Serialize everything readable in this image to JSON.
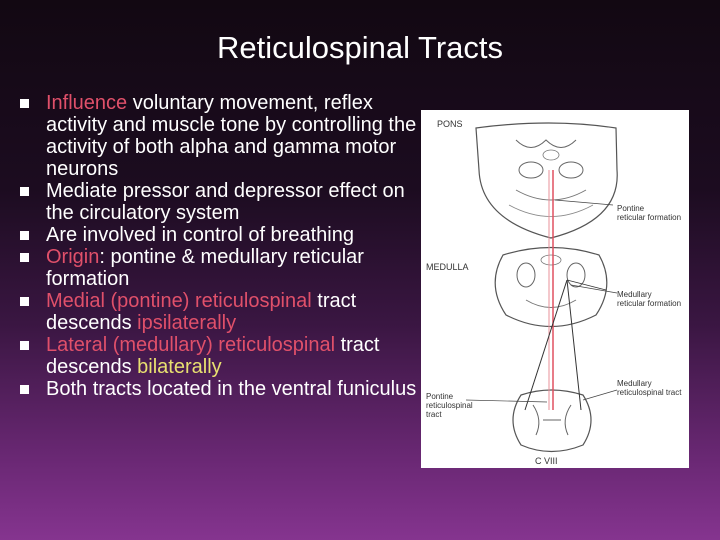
{
  "slide": {
    "title": "Reticulospinal Tracts"
  },
  "bullets": [
    {
      "segments": [
        {
          "text": "Influence",
          "color": "pink"
        },
        {
          "text": " voluntary movement, reflex activity and muscle tone by controlling the activity of both alpha and gamma motor neurons",
          "color": "white"
        }
      ]
    },
    {
      "segments": [
        {
          "text": "Mediate pressor and depressor effect on the circulatory system",
          "color": "white"
        }
      ]
    },
    {
      "segments": [
        {
          "text": "Are involved in control of breathing",
          "color": "white"
        }
      ]
    },
    {
      "segments": [
        {
          "text": "Origin",
          "color": "pink"
        },
        {
          "text": ": pontine & medullary reticular formation",
          "color": "white"
        }
      ]
    },
    {
      "segments": [
        {
          "text": "Medial (pontine) reticulospinal",
          "color": "pink"
        },
        {
          "text": " tract descends ",
          "color": "white"
        },
        {
          "text": "ipsilaterally",
          "color": "pink"
        }
      ]
    },
    {
      "segments": [
        {
          "text": "Lateral (medullary) reticulospinal",
          "color": "pink"
        },
        {
          "text": " tract descends ",
          "color": "white"
        },
        {
          "text": "bilaterally",
          "color": "yellow"
        }
      ]
    },
    {
      "segments": [
        {
          "text": "Both tracts located in the ventral funiculus",
          "color": "white"
        }
      ]
    }
  ],
  "diagram": {
    "labels": {
      "pons": "PONS",
      "pontine_rf_1": "Pontine",
      "pontine_rf_2": "reticular formation",
      "medulla": "MEDULLA",
      "medullary_rf_1": "Medullary",
      "medullary_rf_2": "reticular formation",
      "pontine_tract_1": "Pontine",
      "pontine_tract_2": "reticulospinal",
      "pontine_tract_3": "tract",
      "medullary_tract_1": "Medullary",
      "medullary_tract_2": "reticulospinal tract",
      "level": "C VIII"
    }
  },
  "colors": {
    "pink": "#e0506a",
    "yellow": "#e8e070",
    "tract_red": "#e05060"
  }
}
